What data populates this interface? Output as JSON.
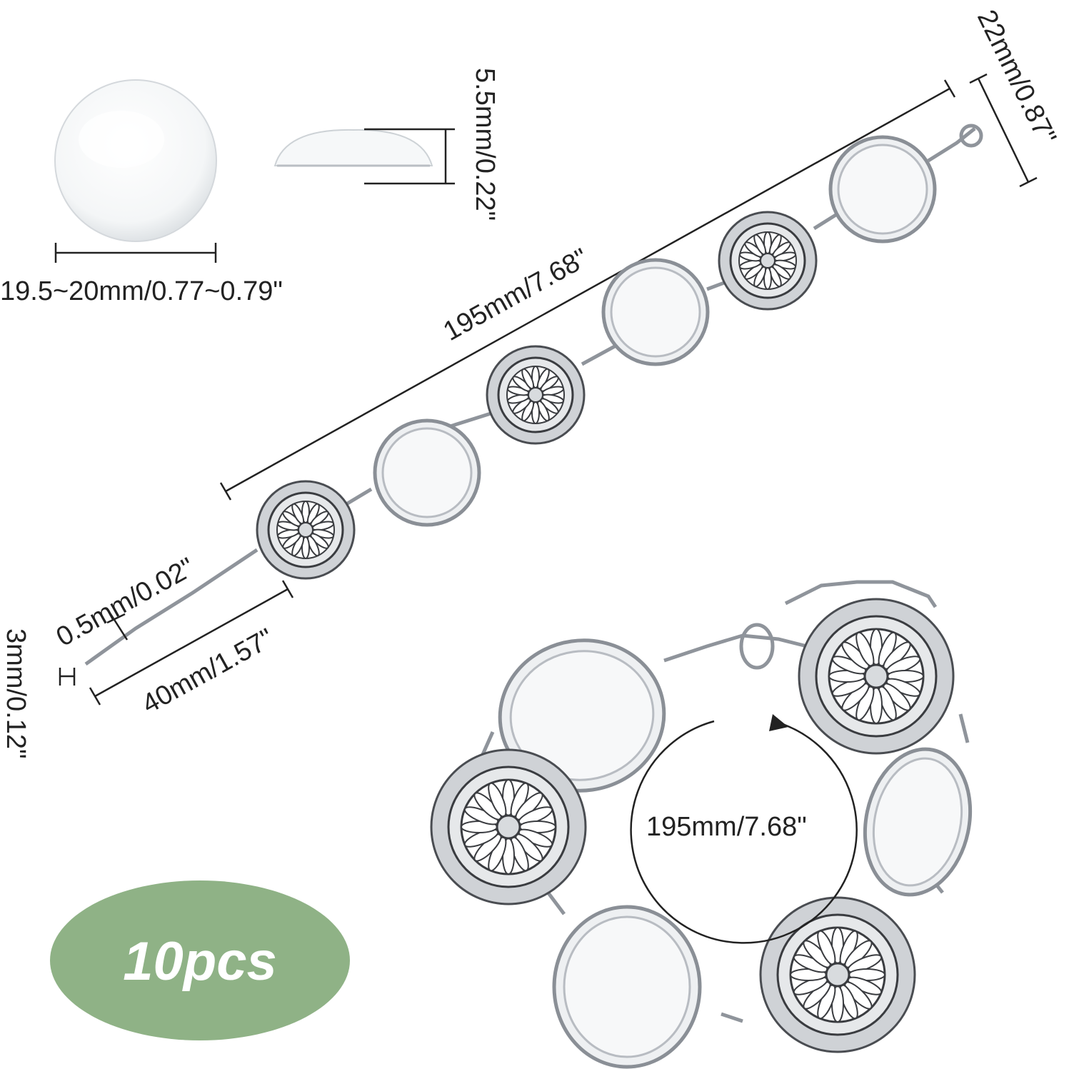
{
  "glass": {
    "diameter_label": "19.5~20mm/0.77~0.79\"",
    "height_label": "5.5mm/0.22\""
  },
  "bracelet": {
    "length_label": "195mm/7.68\"",
    "tray_label": "22mm/0.87\"",
    "extender_label": "40mm/1.57\"",
    "wire_label": "0.5mm/0.02\"",
    "link_label": "3mm/0.12\"",
    "circumference_label": "195mm/7.68\""
  },
  "badge": {
    "text": "10pcs",
    "color": "#8fb286"
  }
}
